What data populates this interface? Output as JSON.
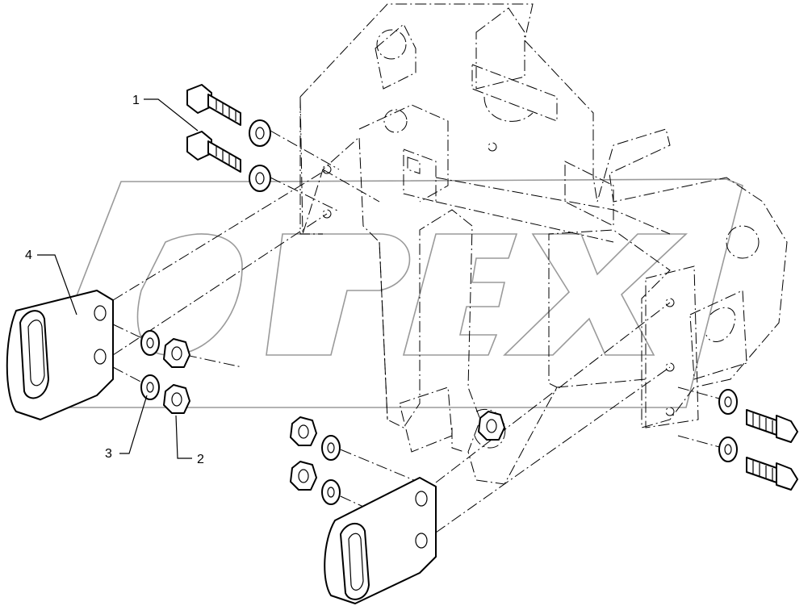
{
  "callouts": [
    {
      "id": "1",
      "label": "1"
    },
    {
      "id": "2",
      "label": "2"
    },
    {
      "id": "3",
      "label": "3"
    },
    {
      "id": "4",
      "label": "4"
    }
  ],
  "watermark": {
    "text": "OPEX"
  },
  "colors": {
    "line": "#000000",
    "watermark": "#9a9a9a",
    "background": "#ffffff"
  }
}
